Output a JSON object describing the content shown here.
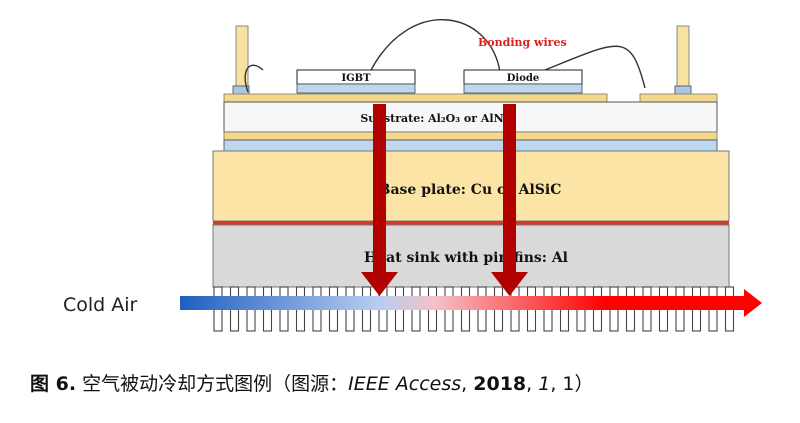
{
  "diagram": {
    "chip_left": "IGBT",
    "chip_right": "Diode",
    "bonding_label": "Bonding wires",
    "substrate_label": "Substrate: Al₂O₃ or AlN",
    "baseplate_label": "Base plate: Cu or AlSiC",
    "heatsink_label": "Heat sink with pin fins: Al",
    "airflow_label": "Cold Air",
    "colors": {
      "arrow_heat": "#b00000",
      "air_cold": "#1f5fbf",
      "air_hot": "#ff0000",
      "bonding_text": "#e0201c",
      "copper_layer": "#f5d98a",
      "baseplate": "#fbe4a6",
      "heatsink": "#d9d9d9",
      "solder": "#bcd7ee"
    }
  },
  "caption": {
    "fig_label": "图 6.",
    "text": " 空气被动冷却方式图例（图源：",
    "journal": "IEEE Access",
    "sep1": ", ",
    "year": "2018",
    "sep2": ", ",
    "volume": "1",
    "rest": ", 1）"
  }
}
